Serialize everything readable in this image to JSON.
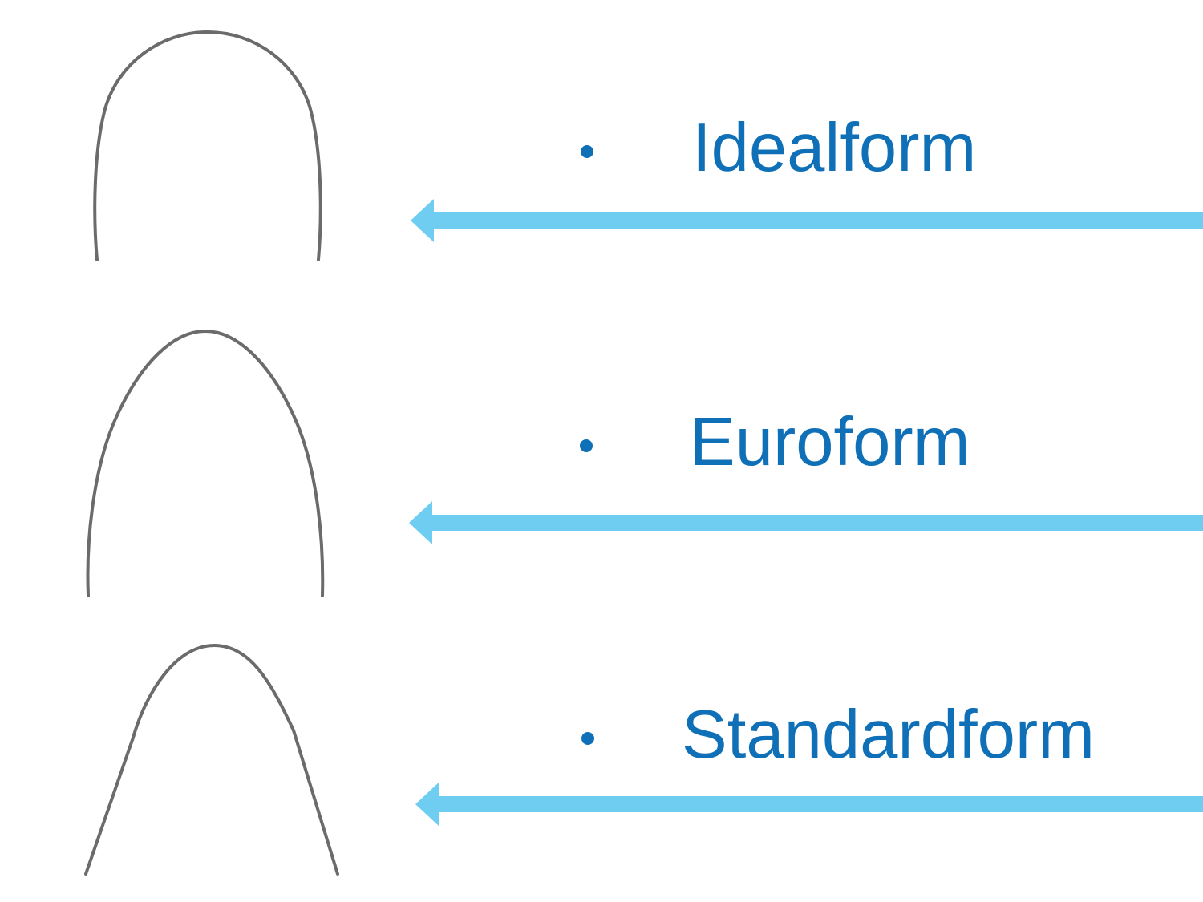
{
  "slide": {
    "items": [
      {
        "label": "Idealform"
      },
      {
        "label": "Euroform"
      },
      {
        "label": "Standardform"
      }
    ],
    "colors": {
      "label_text": "#0f70b7",
      "bullet": "#0f70b7",
      "arrow": "#6fcdf1",
      "wire": "#6b6b6b"
    },
    "icons": {
      "bullet": "filled-circle",
      "arrow": "left-arrow"
    }
  }
}
